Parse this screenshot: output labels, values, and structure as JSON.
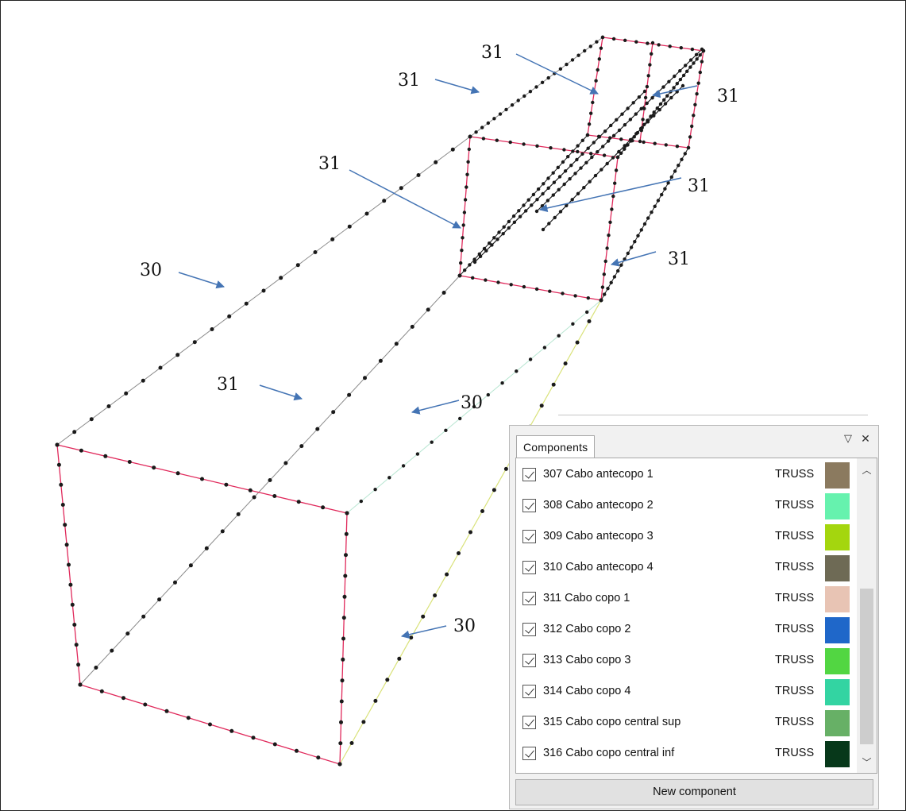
{
  "callouts": [
    {
      "label": "31"
    },
    {
      "label": "31"
    },
    {
      "label": "31"
    },
    {
      "label": "31"
    },
    {
      "label": "31"
    },
    {
      "label": "31"
    },
    {
      "label": "30"
    },
    {
      "label": "31"
    },
    {
      "label": "30"
    },
    {
      "label": "30"
    }
  ],
  "components_panel": {
    "tab_label": "Components",
    "menu_icon": "triangle-down-icon",
    "close_icon": "close-icon",
    "scroll_up_icon": "chevron-up-icon",
    "scroll_down_icon": "chevron-down-icon",
    "new_button_label": "New component",
    "items": [
      {
        "name": "307 Cabo antecopo 1",
        "type": "TRUSS",
        "color": "#8b7a5f",
        "checked": true
      },
      {
        "name": "308 Cabo antecopo 2",
        "type": "TRUSS",
        "color": "#66f2ae",
        "checked": true
      },
      {
        "name": "309 Cabo antecopo 3",
        "type": "TRUSS",
        "color": "#a4d60e",
        "checked": true
      },
      {
        "name": "310 Cabo antecopo 4",
        "type": "TRUSS",
        "color": "#6e6a55",
        "checked": true
      },
      {
        "name": "311 Cabo copo 1",
        "type": "TRUSS",
        "color": "#e8c4b4",
        "checked": true
      },
      {
        "name": "312 Cabo copo 2",
        "type": "TRUSS",
        "color": "#1f67c9",
        "checked": true
      },
      {
        "name": "313 Cabo copo 3",
        "type": "TRUSS",
        "color": "#52d642",
        "checked": true
      },
      {
        "name": "314 Cabo copo 4",
        "type": "TRUSS",
        "color": "#33d4a2",
        "checked": true
      },
      {
        "name": "315 Cabo copo central sup",
        "type": "TRUSS",
        "color": "#67b066",
        "checked": true
      },
      {
        "name": "316 Cabo copo central inf",
        "type": "TRUSS",
        "color": "#07381a",
        "checked": true
      }
    ]
  },
  "colors": {
    "frame_edge": "#e0295b",
    "node": "#1a1a1a",
    "arrow": "#4474b4",
    "cable_gray": "#8a8a8a",
    "cable_light": "#b9e6d2",
    "cable_yellow": "#d9e27a"
  }
}
